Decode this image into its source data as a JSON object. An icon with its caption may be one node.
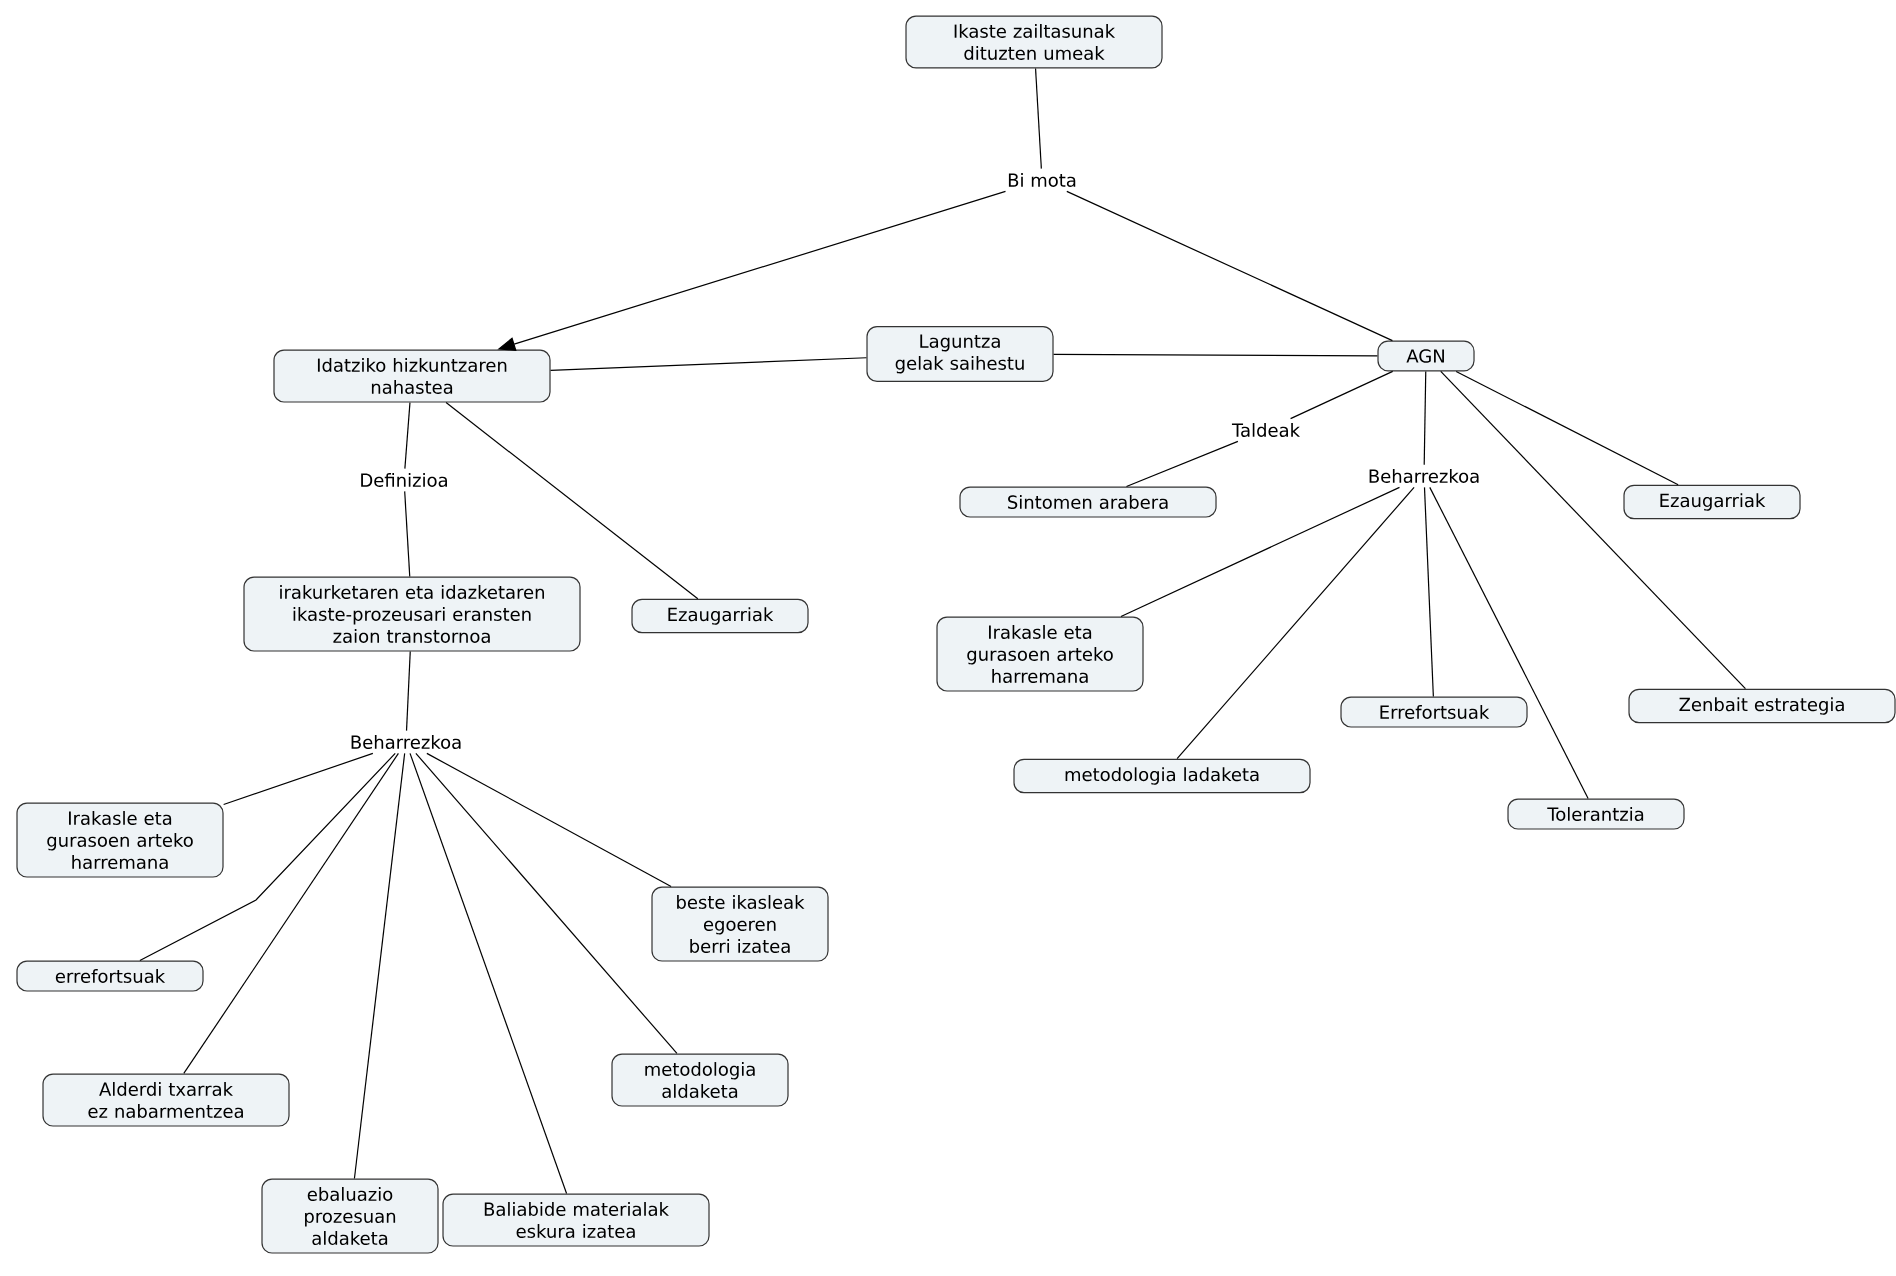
{
  "diagram": {
    "nodes": [
      {
        "text": [
          "Ikaste zailtasunak dituzten umeak"
        ]
      },
      {
        "text": [
          "Bi mota"
        ]
      },
      {
        "text": [
          "Idatziko hizkuntzaren nahastea"
        ]
      },
      {
        "text": [
          "Laguntza gelak saihestu"
        ]
      },
      {
        "text": [
          "AGN"
        ]
      },
      {
        "text": [
          "Taldeak"
        ]
      },
      {
        "text": [
          "Sintomen arabera"
        ]
      },
      {
        "text": [
          "Beharrezkoa"
        ]
      },
      {
        "text": [
          "Ezaugarriak"
        ]
      },
      {
        "text": [
          "Irakasle eta gurasoen arteko harremana"
        ]
      },
      {
        "text": [
          "Errefortsuak"
        ]
      },
      {
        "text": [
          "Zenbait estrategia"
        ]
      },
      {
        "text": [
          "metodologia ladaketa"
        ]
      },
      {
        "text": [
          "Tolerantzia"
        ]
      },
      {
        "text": [
          "Definizioa"
        ]
      },
      {
        "text": [
          "irakurketaren eta idazketaren ikaste-prozeusari eransten zaion transtornoa"
        ]
      },
      {
        "text": [
          "Ezaugarriak"
        ]
      },
      {
        "text": [
          "Beharrezkoa"
        ]
      },
      {
        "text": [
          "Irakasle eta gurasoen arteko harremana"
        ]
      },
      {
        "text": [
          "errefortsuak"
        ]
      },
      {
        "text": [
          "Alderdi txarrak ez nabarmentzea"
        ]
      },
      {
        "text": [
          "ebaluazio prozesuan aldaketa"
        ]
      },
      {
        "text": [
          "Baliabide materialak eskura izatea"
        ]
      },
      {
        "text": [
          "metodologia aldaketa"
        ]
      },
      {
        "text": [
          "beste ikasleak egoeren berri izatea"
        ]
      }
    ],
    "edges": [
      {
        "from": 0,
        "to": 1,
        "arrow": "none"
      },
      {
        "from": 1,
        "to": 2,
        "arrow": "to"
      },
      {
        "from": 1,
        "to": 4,
        "arrow": "none"
      },
      {
        "from": 2,
        "to": 3,
        "arrow": "none"
      },
      {
        "from": 3,
        "to": 4,
        "arrow": "none"
      },
      {
        "from": 4,
        "to": 5,
        "arrow": "none"
      },
      {
        "from": 5,
        "to": 6,
        "arrow": "none"
      },
      {
        "from": 4,
        "to": 7,
        "arrow": "none"
      },
      {
        "from": 4,
        "to": 8,
        "arrow": "none"
      },
      {
        "from": 7,
        "to": 9,
        "arrow": "none"
      },
      {
        "from": 7,
        "to": 10,
        "arrow": "none"
      },
      {
        "from": 4,
        "to": 11,
        "arrow": "none"
      },
      {
        "from": 7,
        "to": 12,
        "arrow": "none"
      },
      {
        "from": 7,
        "to": 13,
        "arrow": "none"
      },
      {
        "from": 2,
        "to": 14,
        "arrow": "none"
      },
      {
        "from": 14,
        "to": 15,
        "arrow": "none"
      },
      {
        "from": 2,
        "to": 16,
        "arrow": "none"
      },
      {
        "from": 15,
        "to": 17,
        "arrow": "none"
      },
      {
        "from": 17,
        "to": 18,
        "arrow": "none"
      },
      {
        "from": 17,
        "to": 19,
        "arrow": "none"
      },
      {
        "from": 17,
        "to": 20,
        "arrow": "none"
      },
      {
        "from": 17,
        "to": 21,
        "arrow": "none"
      },
      {
        "from": 17,
        "to": 22,
        "arrow": "none"
      },
      {
        "from": 17,
        "to": 23,
        "arrow": "none"
      },
      {
        "from": 17,
        "to": 24,
        "arrow": "none"
      }
    ]
  }
}
